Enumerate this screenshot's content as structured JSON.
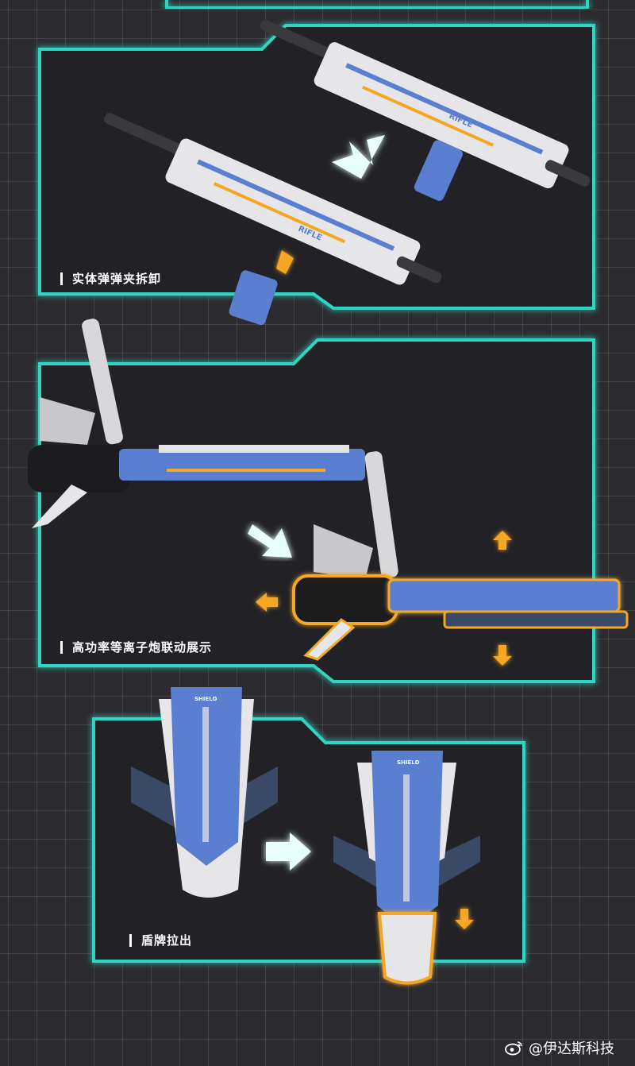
{
  "captions": {
    "magazine": "实体弹弹夹拆卸",
    "cannon": "高功率等离子炮联动展示",
    "shield": "盾牌拉出"
  },
  "weapon_text": {
    "rifle_label_1": "RIFLE",
    "rifle_label_2": "RIFLE",
    "shield_label_1": "SHIELD",
    "shield_label_2": "SHIELD"
  },
  "watermark": {
    "handle": "@伊达斯科技",
    "icon": "weibo-icon"
  },
  "colors": {
    "panel_border": "#2fd6c2",
    "panel_fill": "#222225",
    "highlight": "#f5a623",
    "arrow_white": "#e8fffb",
    "weapon_blue": "#5a7fd0",
    "weapon_white": "#e6e6e8"
  }
}
